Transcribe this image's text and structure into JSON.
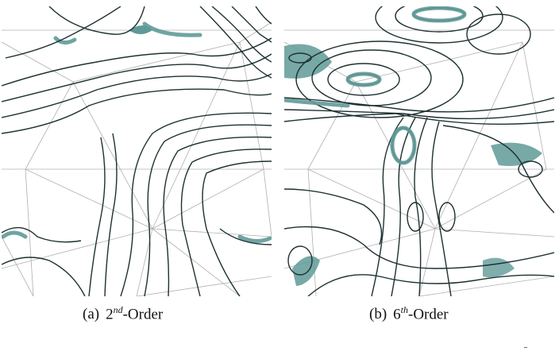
{
  "figure": {
    "panels": [
      {
        "tag": "(a)",
        "order_number": "2",
        "order_suffix": "nd",
        "order_word": "-Order"
      },
      {
        "tag": "(b)",
        "order_number": "6",
        "order_suffix": "th",
        "order_word": "-Order"
      }
    ],
    "colors": {
      "contour": "#1e3030",
      "band": "#5f9a98",
      "mesh": "#b0b0b0",
      "background": "#ffffff"
    }
  }
}
